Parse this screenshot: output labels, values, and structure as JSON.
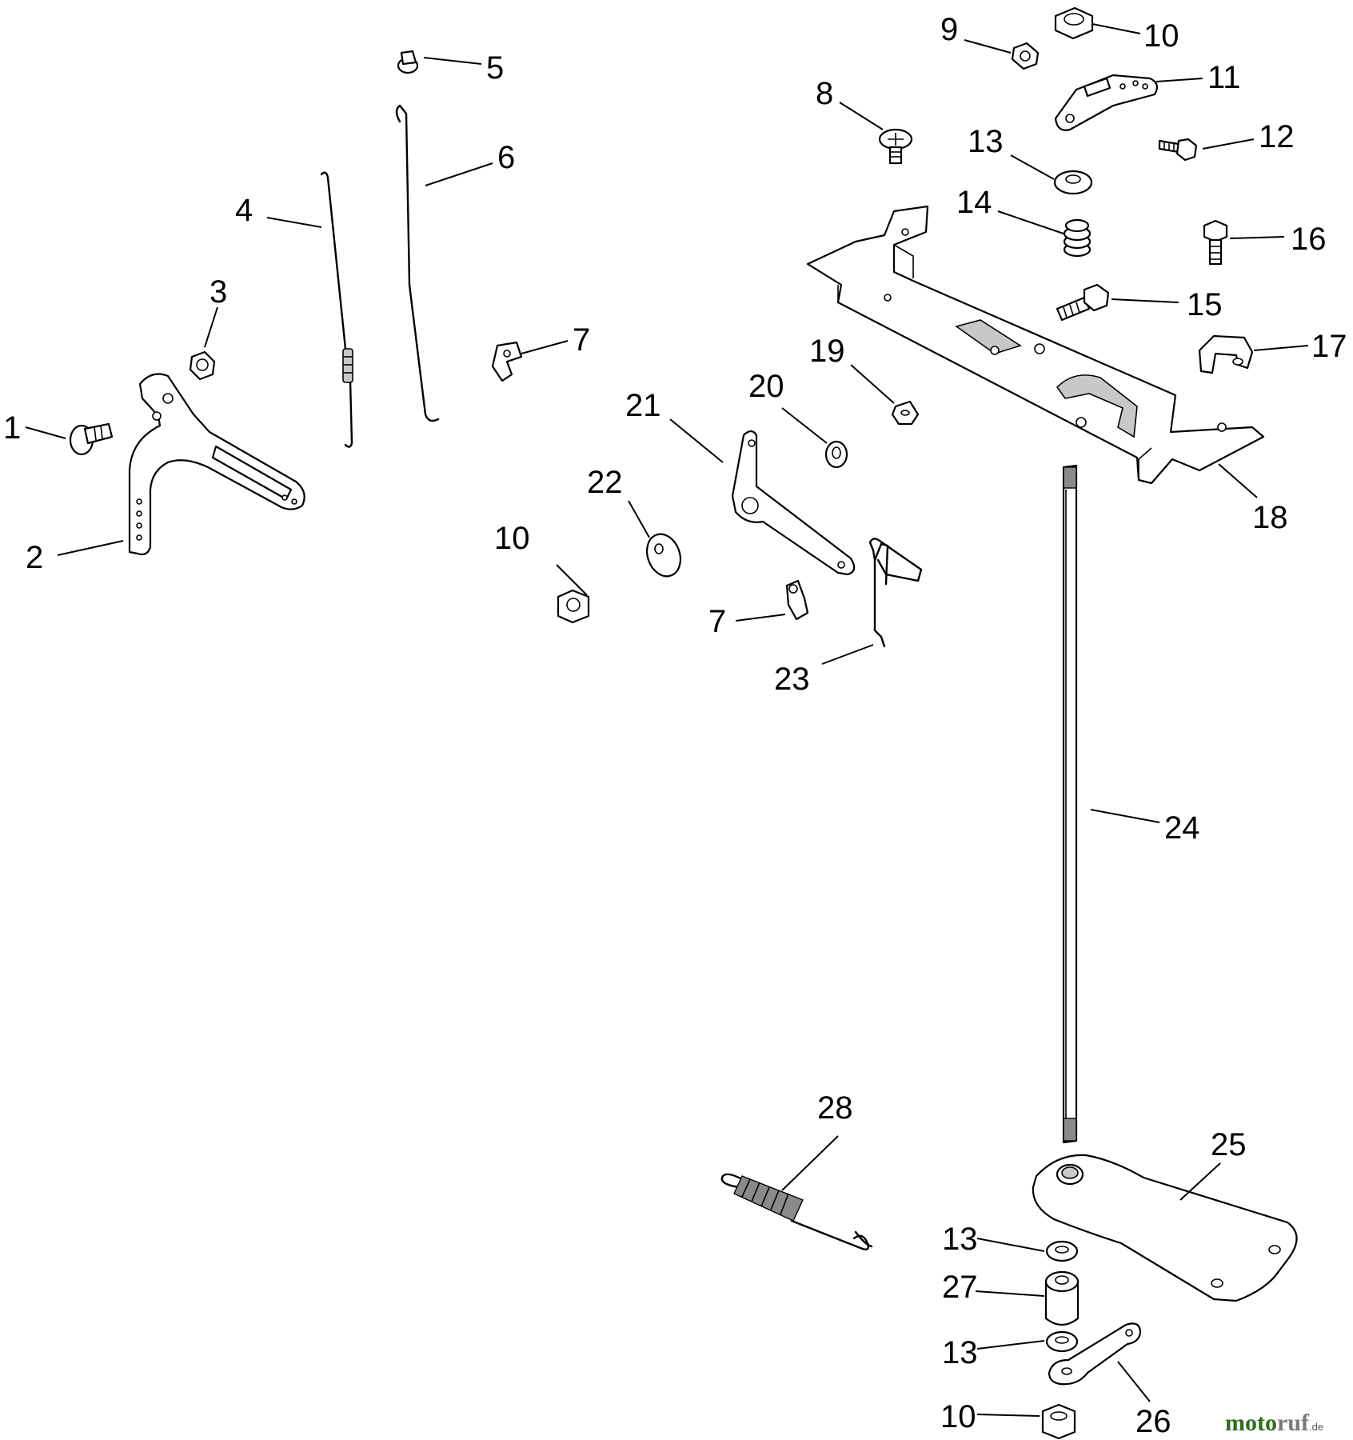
{
  "callouts": {
    "c1": "1",
    "c2": "2",
    "c3": "3",
    "c4": "4",
    "c5": "5",
    "c6": "6",
    "c7a": "7",
    "c7b": "7",
    "c8": "8",
    "c9": "9",
    "c10a": "10",
    "c10b": "10",
    "c10c": "10",
    "c11": "11",
    "c12": "12",
    "c13a": "13",
    "c13b": "13",
    "c13c": "13",
    "c14": "14",
    "c15": "15",
    "c16": "16",
    "c17": "17",
    "c18": "18",
    "c19": "19",
    "c20": "20",
    "c21": "21",
    "c22": "22",
    "c23": "23",
    "c24": "24",
    "c25": "25",
    "c26": "26",
    "c27": "27",
    "c28": "28"
  },
  "watermark": {
    "part1": "moto",
    "part2": "ruf",
    "suffix": ".de"
  }
}
